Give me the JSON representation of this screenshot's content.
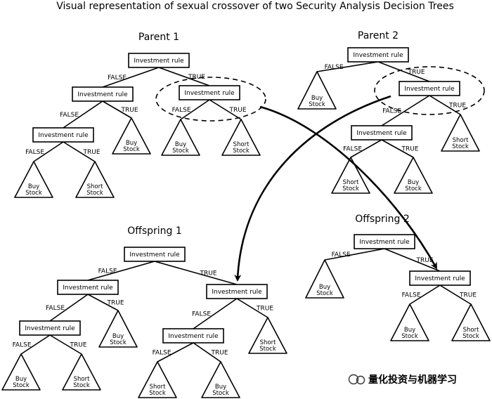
{
  "title": "Visual representation of sexual crossover of two Security Analysis Decision Trees",
  "trees": {
    "parent1": "Parent 1",
    "parent2": "Parent 2",
    "offspring1": "Offspring 1",
    "offspring2": "Offspring 2"
  },
  "labels": {
    "rule": "Investment rule",
    "false": "FALSE",
    "true": "TRUE",
    "buy": [
      "Buy",
      "Stock"
    ],
    "short": [
      "Short",
      "Stock"
    ]
  },
  "watermark": "量化投资与机器学习"
}
